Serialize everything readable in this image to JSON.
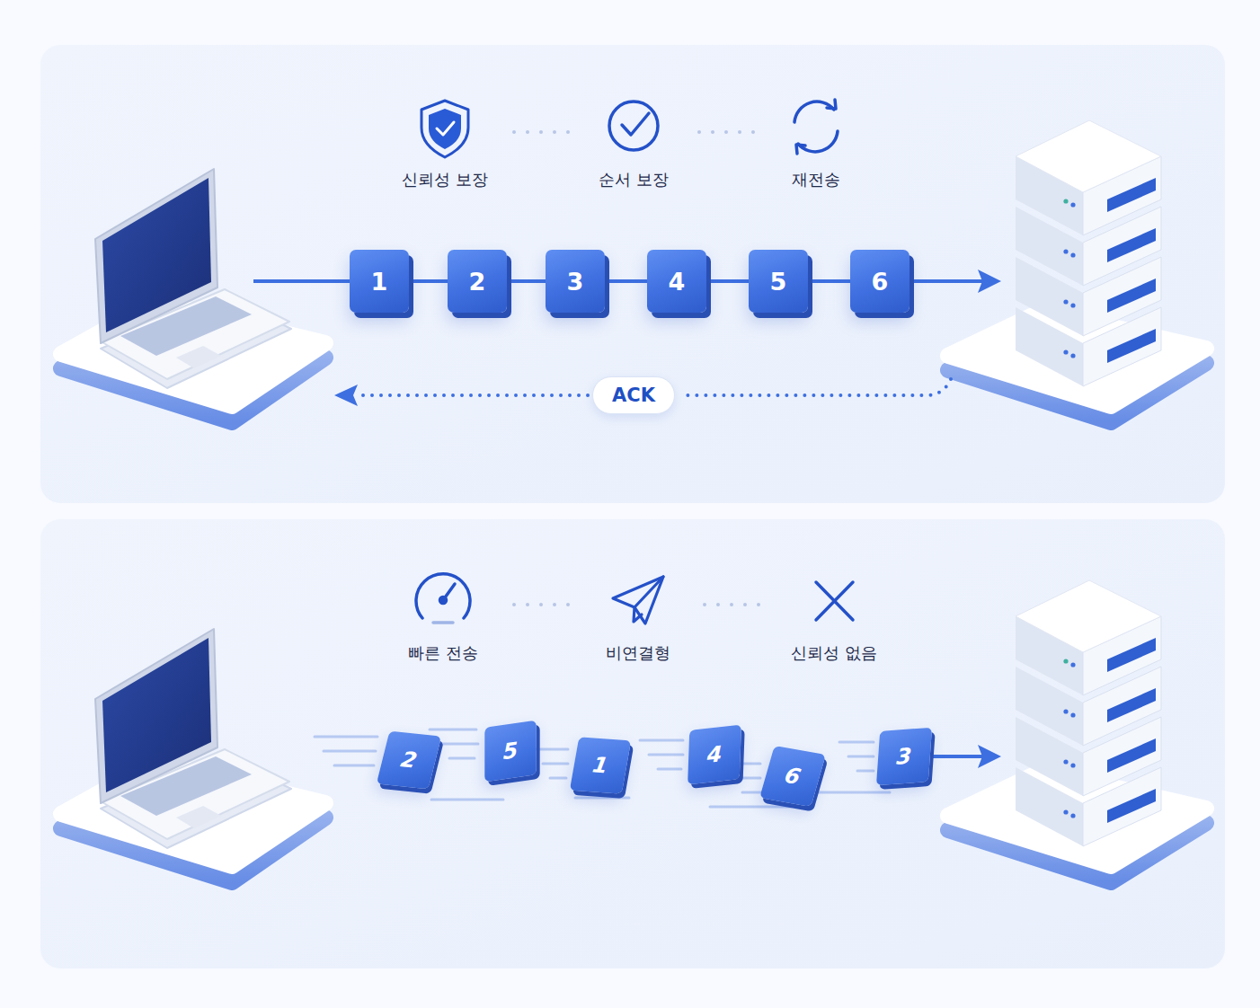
{
  "diagram": {
    "nodes": [
      {
        "text": [
          "1"
        ]
      },
      {
        "text": [
          "2"
        ]
      },
      {
        "text": [
          "3"
        ]
      },
      {
        "text": [
          "4"
        ]
      },
      {
        "text": [
          "5"
        ]
      },
      {
        "text": [
          "6"
        ]
      },
      {
        "text": [
          "ACK"
        ]
      },
      {
        "text": [
          "2"
        ]
      },
      {
        "text": [
          "5"
        ]
      },
      {
        "text": [
          "1"
        ]
      },
      {
        "text": [
          "4"
        ]
      },
      {
        "text": [
          "6"
        ]
      },
      {
        "text": [
          "3"
        ]
      }
    ],
    "edges": [
      {
        "from": 0,
        "to": 1,
        "arrow": "none"
      },
      {
        "from": 1,
        "to": 2,
        "arrow": "none"
      },
      {
        "from": 2,
        "to": 3,
        "arrow": "none"
      },
      {
        "from": 3,
        "to": 4,
        "arrow": "none"
      },
      {
        "from": 4,
        "to": 5,
        "arrow": "none"
      }
    ],
    "labels": [
      "신뢰성 보장",
      "순서 보장",
      "재전송",
      "빠른 전송",
      "비연결형",
      "신뢰성 없음"
    ]
  }
}
